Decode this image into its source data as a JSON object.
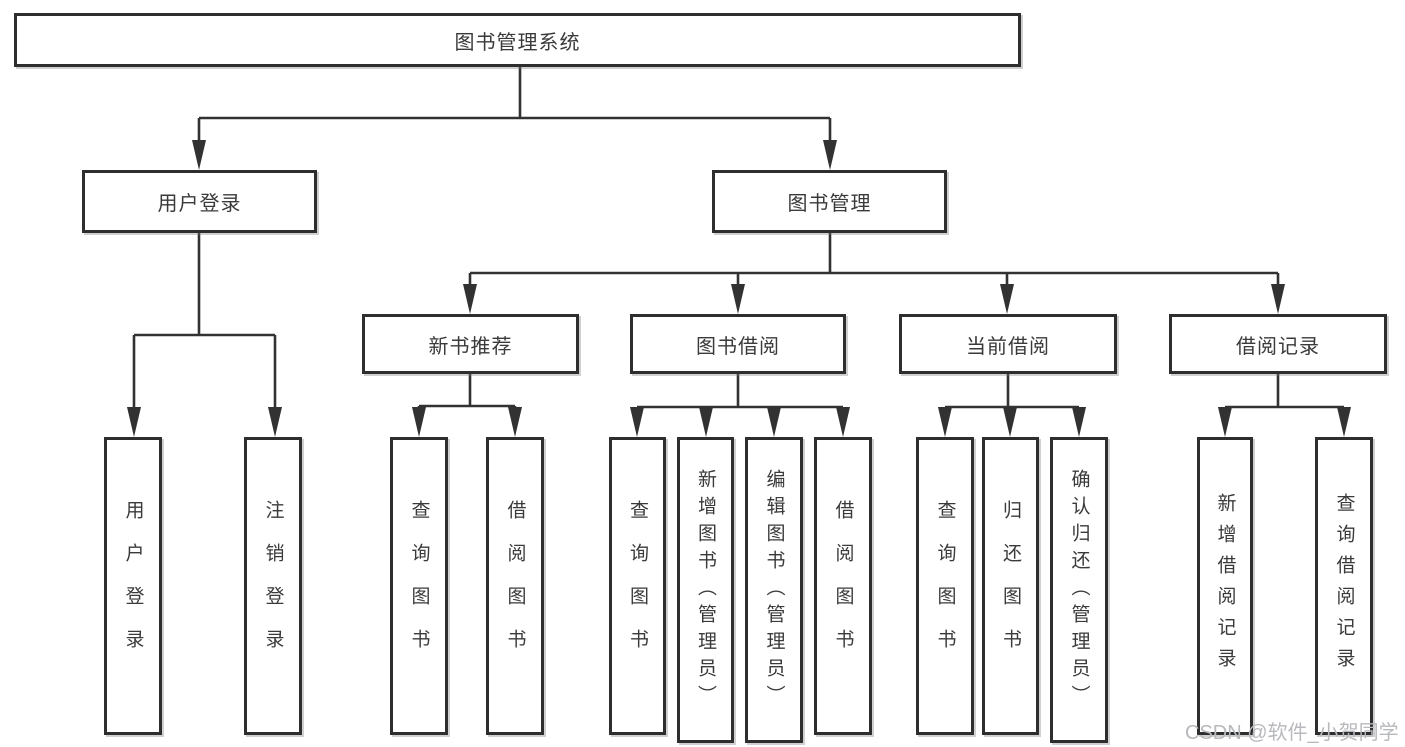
{
  "tree": {
    "label": "图书管理系统",
    "children": [
      {
        "label": "用户登录",
        "children": [
          {
            "label": "用户登录"
          },
          {
            "label": "注销登录"
          }
        ]
      },
      {
        "label": "图书管理",
        "children": [
          {
            "label": "新书推荐",
            "children": [
              {
                "label": "查询图书"
              },
              {
                "label": "借阅图书"
              }
            ]
          },
          {
            "label": "图书借阅",
            "children": [
              {
                "label": "查询图书"
              },
              {
                "label": "新增图书（管理员）"
              },
              {
                "label": "编辑图书（管理员）"
              },
              {
                "label": "借阅图书"
              }
            ]
          },
          {
            "label": "当前借阅",
            "children": [
              {
                "label": "查询图书"
              },
              {
                "label": "归还图书"
              },
              {
                "label": "确认归还（管理员）"
              }
            ]
          },
          {
            "label": "借阅记录",
            "children": [
              {
                "label": "新增借阅记录"
              },
              {
                "label": "查询借阅记录"
              }
            ]
          }
        ]
      }
    ]
  },
  "watermark": {
    "text": "CSDN @软件_小贺同学"
  },
  "colors": {
    "line": "#323232",
    "box_border": "#2e2e2e",
    "text": "#3a3a3a",
    "watermark": "#b7b9bd",
    "background": "#ffffff"
  }
}
